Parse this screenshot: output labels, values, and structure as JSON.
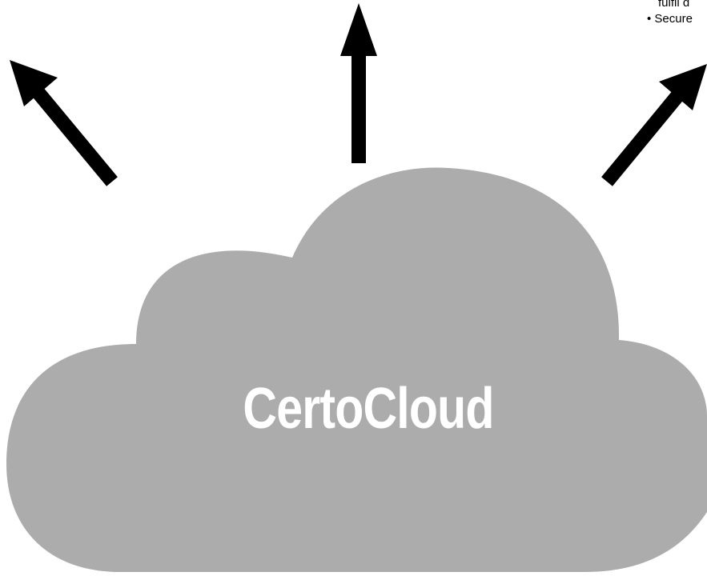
{
  "cloud": {
    "label": "CertoCloud",
    "fill_color": "#acacac",
    "label_color": "#ffffff"
  },
  "arrows": {
    "color": "#000000",
    "directions": [
      "up-left",
      "up",
      "up-right"
    ]
  },
  "side_text": {
    "line1": "fulfil d",
    "line2": "• Secure"
  }
}
